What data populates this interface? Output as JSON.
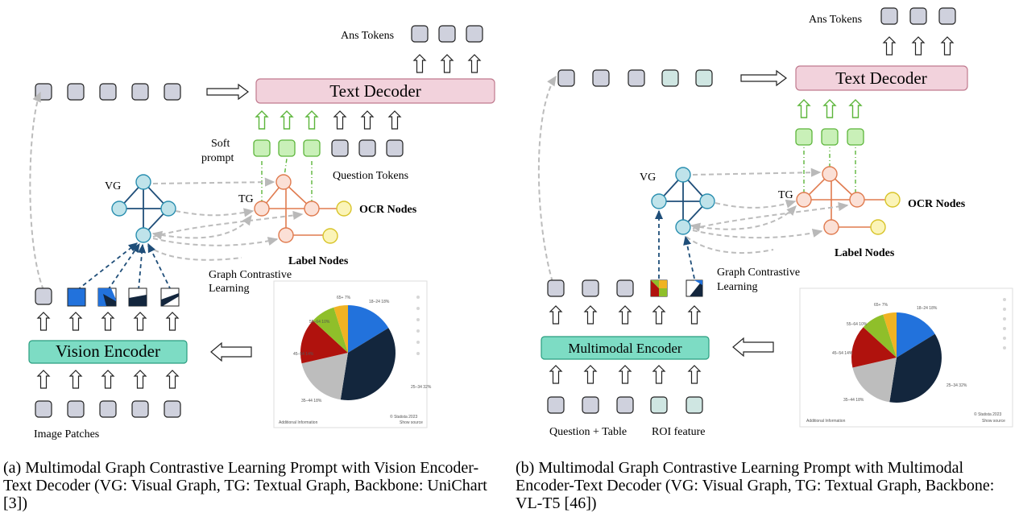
{
  "left": {
    "ans_tokens": "Ans Tokens",
    "text_decoder": "Text Decoder",
    "soft_prompt_1": "Soft",
    "soft_prompt_2": "prompt",
    "question_tokens": "Question Tokens",
    "vg": "VG",
    "tg": "TG",
    "ocr_nodes": "OCR Nodes",
    "label_nodes": "Label Nodes",
    "gcl_1": "Graph Contrastive",
    "gcl_2": "Learning",
    "vision_encoder": "Vision Encoder",
    "image_patches": "Image Patches"
  },
  "right": {
    "ans_tokens": "Ans Tokens",
    "text_decoder": "Text Decoder",
    "vg": "VG",
    "tg": "TG",
    "ocr_nodes": "OCR Nodes",
    "label_nodes": "Label Nodes",
    "gcl_1": "Graph Contrastive",
    "gcl_2": "Learning",
    "multimodal_encoder": "Multimodal Encoder",
    "question_table": "Question + Table",
    "roi_feature": "ROI feature"
  },
  "pie": {
    "labels": [
      "18–24 18%",
      "25–34 32%",
      "35–44 18%",
      "45–54 14%",
      "55–64 10%",
      "65+ 7%"
    ],
    "footer_left": "Additional Information",
    "footer_right_1": "© Statista 2023",
    "footer_right_2": "Show source"
  },
  "captions": {
    "a": "(a) Multimodal Graph Contrastive Learning Prompt with Vision Encoder-Text Decoder (VG: Visual Graph, TG: Textual Graph, Backbone: UniChart [3])",
    "b": "(b) Multimodal Graph Contrastive Learning Prompt with Multimodal Encoder-Text Decoder (VG: Visual Graph, TG: Textual Graph, Backbone: VL-T5 [46])"
  },
  "colors": {
    "token": "#cfd1dd",
    "soft_prompt": "#c9f0b8",
    "roi": "#cfe6e2",
    "decoder": "#f2d2dc",
    "encoder": "#7ddcc4",
    "vg_node": "#bfe3ea",
    "tg_node": "#fbe0d6",
    "ocr_node": "#fbf4b8",
    "pie": [
      "#2272dc",
      "#13263d",
      "#bdbdbd",
      "#b0120d",
      "#8fbf2a",
      "#f0b323"
    ]
  }
}
